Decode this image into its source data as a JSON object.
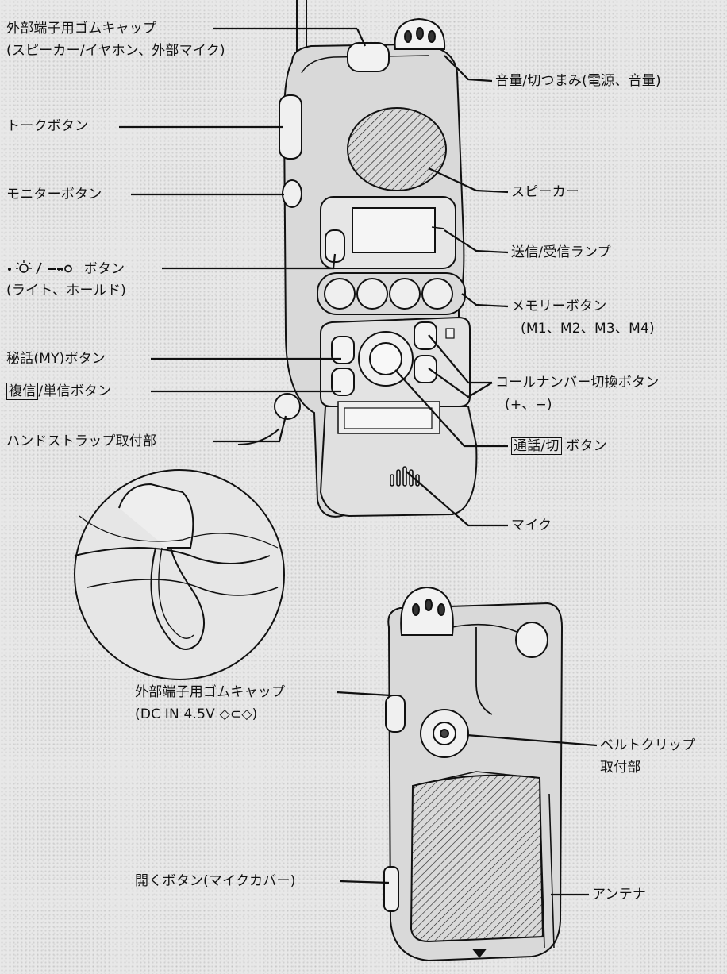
{
  "figure": {
    "labels": {
      "ext_cap_top_1": "外部端子用ゴムキャップ",
      "ext_cap_top_2": "(スピーカー/イヤホン、外部マイク)",
      "volume_knob": "音量/切つまみ(電源、音量)",
      "talk_button": "トークボタン",
      "speaker": "スピーカー",
      "monitor_button": "モニターボタン",
      "tx_rx_lamp": "送信/受信ランプ",
      "light_hold_button_1_text": "ボタン",
      "light_hold_button_2": "(ライト、ホールド)",
      "memory_button_1": "メモリーボタン",
      "memory_button_2": "(M1、M2、M3、M4)",
      "secret_button": "秘話(MY)ボタン",
      "duplex_key": "複信",
      "duplex_rest": "/単信ボタン",
      "callnumber_1": "コールナンバー切換ボタン",
      "callnumber_2": "(+、−)",
      "strap_mount": "ハンドストラップ取付部",
      "call_key": "通話/切",
      "call_rest": "ボタン",
      "mic": "マイク",
      "ext_cap_back_1": "外部端子用ゴムキャップ",
      "ext_cap_back_2": "(DC IN 4.5V ◇⊂◇)",
      "belt_clip_1": "ベルトクリップ",
      "belt_clip_2": "取付部",
      "open_button": "開くボタン(マイクカバー)",
      "antenna": "アンテナ"
    }
  }
}
